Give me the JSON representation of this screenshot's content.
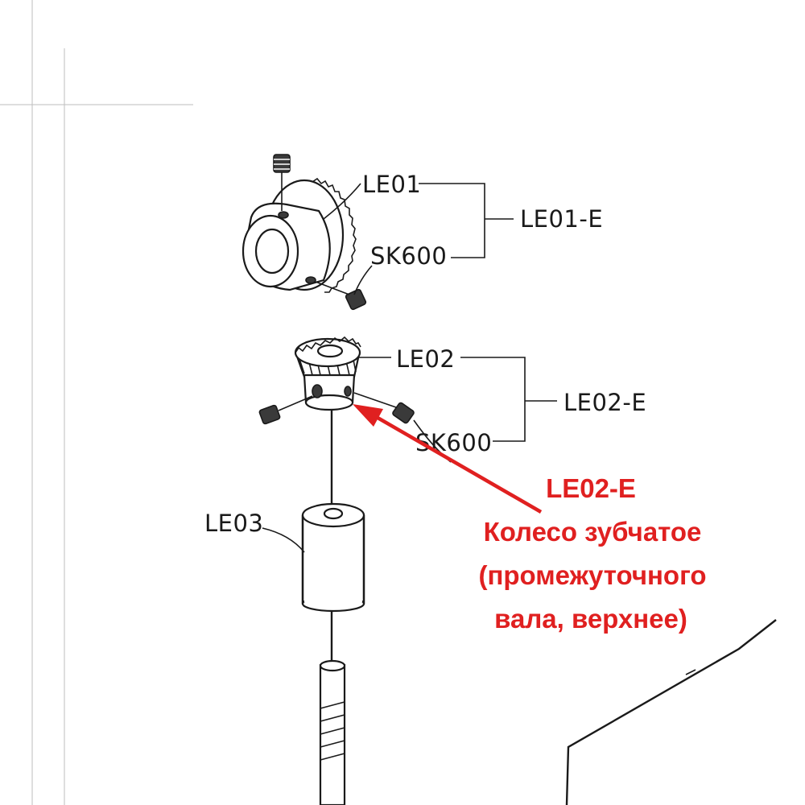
{
  "labels": {
    "le01": "LE01",
    "sk600_top": "SK600",
    "le01_e": "LE01-E",
    "le02": "LE02",
    "le02_e": "LE02-E",
    "sk600_mid": "SK600",
    "le03": "LE03"
  },
  "annotation": {
    "code": "LE02-E",
    "line1": "Колесо зубчатое",
    "line2": "(промежуточного",
    "line3": "вала, верхнее)",
    "color": "#e02020"
  }
}
